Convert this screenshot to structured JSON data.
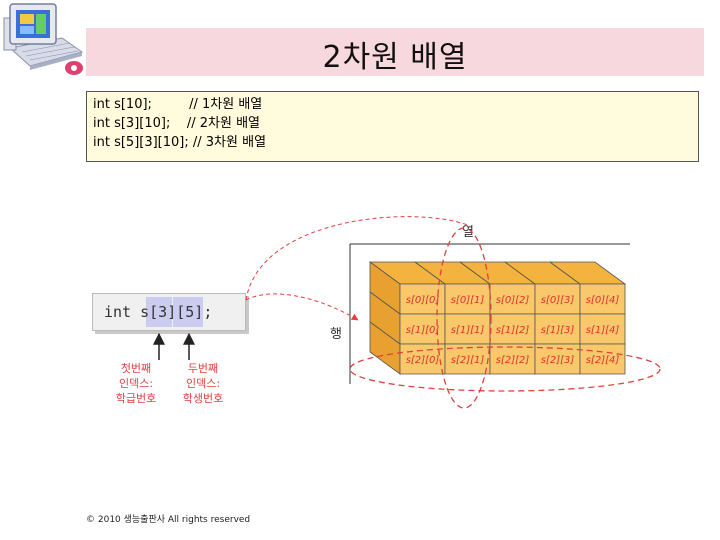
{
  "title": "2차원 배열",
  "code": {
    "lines": [
      {
        "code": "int s[10];",
        "comment": "// 1차원 배열"
      },
      {
        "code": "int s[3][10];",
        "comment": "// 2차원 배열"
      },
      {
        "code": "int s[5][3][10];",
        "comment": "// 3차원 배열"
      }
    ]
  },
  "declaration": "int s[3][5];",
  "labels": {
    "first_index": [
      "첫번째",
      "인덱스:",
      "학급번호"
    ],
    "second_index": [
      "두번째",
      "인덱스:",
      "학생번호"
    ],
    "column_axis": "열",
    "row_axis": "행"
  },
  "grid": {
    "rows": 3,
    "cols": 5,
    "cells": [
      [
        "s[0][0]",
        "s[0][1]",
        "s[0][2]",
        "s[0][3]",
        "s[0][4]"
      ],
      [
        "s[1][0]",
        "s[1][1]",
        "s[1][2]",
        "s[1][3]",
        "s[1][4]"
      ],
      [
        "s[2][0]",
        "s[2][1]",
        "s[2][2]",
        "s[2][3]",
        "s[2][4]"
      ]
    ]
  },
  "colors": {
    "title_bg": "#f8d8df",
    "code_bg": "#fffbdc",
    "cube_front": "#f9c86a",
    "cube_top": "#f4b23f",
    "cube_side": "#e8a030",
    "cell_text": "#e03030",
    "annotation_red": "#e04040"
  },
  "footer": "© 2010 생능출판사  All rights reserved"
}
